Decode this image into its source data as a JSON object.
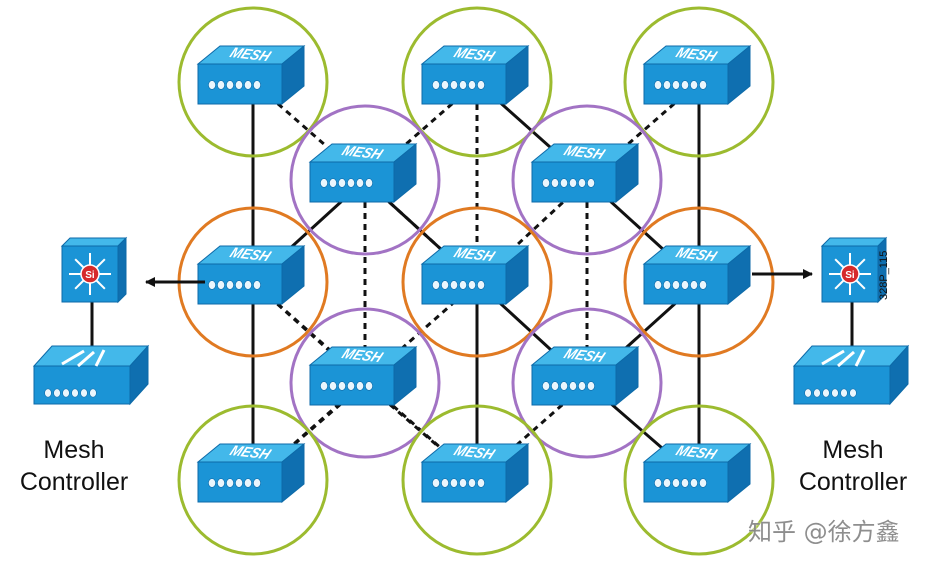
{
  "diagram": {
    "node_label": "MESH",
    "controller_label_line1": "Mesh",
    "controller_label_line2": "Controller",
    "switch_badge": "Si",
    "figure_code": "328P_115",
    "watermark": "知乎 @徐方鑫",
    "colors": {
      "node_top": "#2aa6e0",
      "node_front": "#1b8fd2",
      "node_side": "#0f6fb0",
      "ring_root": "#e07a22",
      "ring_relay": "#a273c4",
      "ring_leaf": "#9cbb2f",
      "wired_link": "#111111",
      "wireless_link": "#111111"
    },
    "icons": [
      "mesh-access-point-icon",
      "layer3-switch-icon",
      "workgroup-switch-icon",
      "arrow-icon"
    ]
  }
}
